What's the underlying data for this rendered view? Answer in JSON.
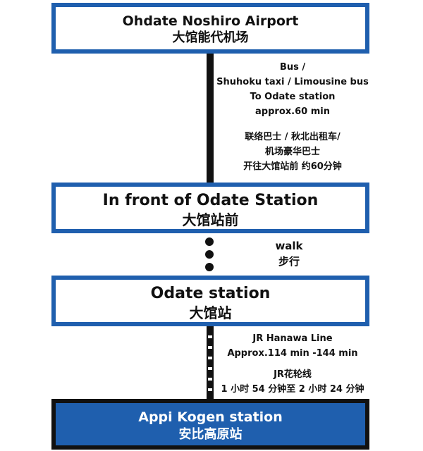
{
  "stations": {
    "airport": {
      "name_en": "Ohdate Noshiro Airport",
      "name_zh": "大馆能代机场"
    },
    "front": {
      "name_en": "In front of Odate Station",
      "name_zh": "大馆站前"
    },
    "odate": {
      "name_en": "Odate station",
      "name_zh": "大馆站"
    },
    "appi": {
      "name_en": "Appi Kogen station",
      "name_zh": "安比高原站"
    }
  },
  "legs": {
    "bus": {
      "en_lines": [
        "Bus /",
        "Shuhoku taxi / Limousine bus",
        "To Odate station",
        "approx.60 min"
      ],
      "zh_lines": [
        "联络巴士 / 秋北出租车/",
        "机场豪华巴士",
        "开往大馆站前  约60分钟"
      ]
    },
    "walk": {
      "en": "walk",
      "zh": "步行"
    },
    "jr": {
      "en_lines": [
        "JR Hanawa Line",
        "Approx.114 min -144 min"
      ],
      "zh_lines": [
        "JR花轮线",
        "1 小时 54 分钟至 2 小时 24 分钟"
      ]
    }
  },
  "colors": {
    "box_border": "#1f5fae",
    "destination_fill": "#1f5fae",
    "connector": "#111111"
  },
  "icons": {
    "bus_connector": "solid-line",
    "walk_connector": "dotted-line",
    "rail_connector": "railway-track-line"
  }
}
